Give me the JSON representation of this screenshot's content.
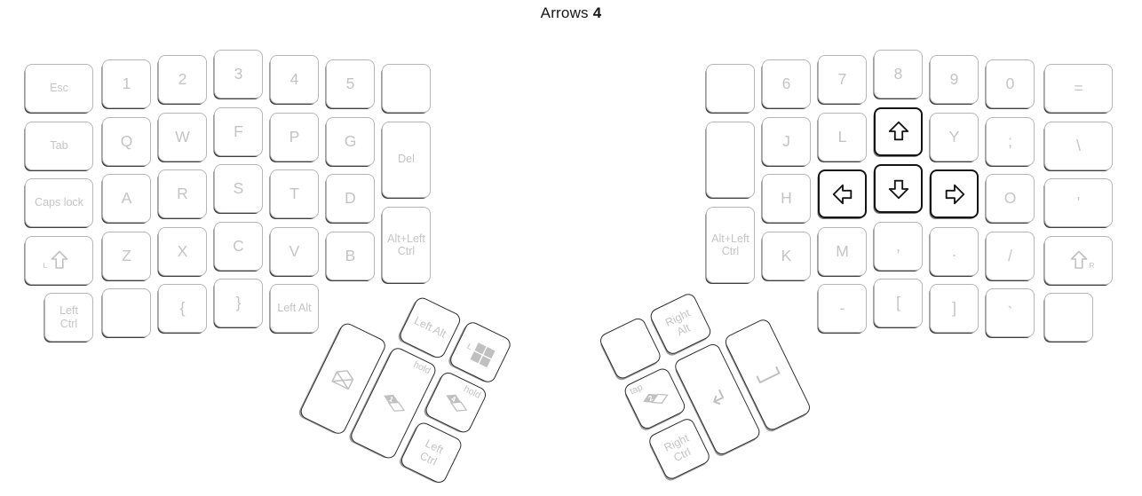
{
  "title": {
    "label": "Arrows",
    "layer": "4"
  },
  "colors": {
    "background": "#ffffff",
    "key_fill": "#ffffff",
    "key_border": "#b6b6b6",
    "key_shadow": "#3f3f3f",
    "cluster_border": "#2e2e2e",
    "arrow_border": "#141414",
    "label": "#c4c4c4",
    "icon": "#c0c0c0",
    "title": "#181818"
  },
  "left_half": {
    "main_keys": [
      {
        "name": "esc",
        "label": "Esc",
        "col": 0,
        "row": 0,
        "w": 1.5
      },
      {
        "name": "1",
        "label": "1",
        "col": 1,
        "row": 0
      },
      {
        "name": "2",
        "label": "2",
        "col": 2,
        "row": 0
      },
      {
        "name": "3",
        "label": "3",
        "col": 3,
        "row": 0
      },
      {
        "name": "4",
        "label": "4",
        "col": 4,
        "row": 0
      },
      {
        "name": "5",
        "label": "5",
        "col": 5,
        "row": 0
      },
      {
        "name": "blank-top",
        "col": 6,
        "row": 0
      },
      {
        "name": "tab",
        "label": "Tab",
        "col": 0,
        "row": 1,
        "w": 1.5
      },
      {
        "name": "q",
        "label": "Q",
        "col": 1,
        "row": 1
      },
      {
        "name": "w",
        "label": "W",
        "col": 2,
        "row": 1
      },
      {
        "name": "f",
        "label": "F",
        "col": 3,
        "row": 1
      },
      {
        "name": "p",
        "label": "P",
        "col": 4,
        "row": 1
      },
      {
        "name": "g",
        "label": "G",
        "col": 5,
        "row": 1
      },
      {
        "name": "del",
        "label": "Del",
        "col": 6,
        "row": 1,
        "h": 1.5
      },
      {
        "name": "caps-lock",
        "label": "Caps lock",
        "col": 0,
        "row": 2,
        "w": 1.5
      },
      {
        "name": "a",
        "label": "A",
        "col": 1,
        "row": 2
      },
      {
        "name": "r",
        "label": "R",
        "col": 2,
        "row": 2
      },
      {
        "name": "s",
        "label": "S",
        "col": 3,
        "row": 2
      },
      {
        "name": "t",
        "label": "T",
        "col": 4,
        "row": 2
      },
      {
        "name": "d",
        "label": "D",
        "col": 5,
        "row": 2
      },
      {
        "name": "left-shift",
        "icon": "shift",
        "sub": "L",
        "col": 0,
        "row": 3,
        "w": 1.5
      },
      {
        "name": "z",
        "label": "Z",
        "col": 1,
        "row": 3
      },
      {
        "name": "x",
        "label": "X",
        "col": 2,
        "row": 3
      },
      {
        "name": "c",
        "label": "C",
        "col": 3,
        "row": 3
      },
      {
        "name": "v",
        "label": "V",
        "col": 4,
        "row": 3
      },
      {
        "name": "b",
        "label": "B",
        "col": 5,
        "row": 3
      },
      {
        "name": "alt-left-ctrl",
        "label": "Alt+Left Ctrl",
        "col": 6,
        "row": 2.5,
        "h": 1.5
      },
      {
        "name": "left-ctrl",
        "label": "Left Ctrl",
        "col": 0,
        "row": 4,
        "align": "right"
      },
      {
        "name": "blank-bottom",
        "col": 1,
        "row": 4
      },
      {
        "name": "open-brace",
        "label": "{",
        "col": 2,
        "row": 4
      },
      {
        "name": "close-brace",
        "label": "}",
        "col": 3,
        "row": 4
      },
      {
        "name": "left-alt",
        "label": "Left Alt",
        "col": 4,
        "row": 4
      }
    ],
    "thumb_keys": [
      {
        "name": "thumb-left-alt",
        "label": "Left Alt",
        "col": 1,
        "row": 0
      },
      {
        "name": "thumb-left-win",
        "icon": "win",
        "prefix": "L",
        "col": 2,
        "row": 0
      },
      {
        "name": "thumb-envelope-x",
        "icon": "envelope-x",
        "col": 0,
        "row": 1,
        "h": 2
      },
      {
        "name": "thumb-layer-1",
        "icon": "layer",
        "num": "1",
        "tag": "hold",
        "tagSide": "right",
        "col": 1,
        "row": 1,
        "h": 2
      },
      {
        "name": "thumb-layer-4",
        "icon": "layer",
        "num": "4",
        "tag": "hold",
        "tagSide": "right",
        "col": 2,
        "row": 1
      },
      {
        "name": "thumb-left-ctrl",
        "label": "Left Ctrl",
        "col": 2,
        "row": 2
      }
    ]
  },
  "right_half": {
    "main_keys": [
      {
        "name": "blank-top",
        "col": 0,
        "row": 0
      },
      {
        "name": "6",
        "label": "6",
        "col": 1,
        "row": 0
      },
      {
        "name": "7",
        "label": "7",
        "col": 2,
        "row": 0
      },
      {
        "name": "8",
        "label": "8",
        "col": 3,
        "row": 0
      },
      {
        "name": "9",
        "label": "9",
        "col": 4,
        "row": 0
      },
      {
        "name": "0",
        "label": "0",
        "col": 5,
        "row": 0
      },
      {
        "name": "equals",
        "label": "=",
        "col": 6,
        "row": 0,
        "w": 1.5
      },
      {
        "name": "blank-tall",
        "col": 0,
        "row": 1,
        "h": 1.5
      },
      {
        "name": "j",
        "label": "J",
        "col": 1,
        "row": 1
      },
      {
        "name": "l",
        "label": "L",
        "col": 2,
        "row": 1
      },
      {
        "name": "arrow-up",
        "icon": "arrow-up",
        "style": "arrow",
        "col": 3,
        "row": 1
      },
      {
        "name": "y",
        "label": "Y",
        "col": 4,
        "row": 1
      },
      {
        "name": "semicolon",
        "label": ";",
        "col": 5,
        "row": 1
      },
      {
        "name": "backslash",
        "label": "\\",
        "col": 6,
        "row": 1,
        "w": 1.5
      },
      {
        "name": "alt-left-ctrl",
        "label": "Alt+Left Ctrl",
        "col": 0,
        "row": 2.5,
        "h": 1.5
      },
      {
        "name": "h",
        "label": "H",
        "col": 1,
        "row": 2
      },
      {
        "name": "arrow-left",
        "icon": "arrow-left",
        "style": "arrow",
        "col": 2,
        "row": 2
      },
      {
        "name": "arrow-down",
        "icon": "arrow-down",
        "style": "arrow",
        "col": 3,
        "row": 2
      },
      {
        "name": "arrow-right",
        "icon": "arrow-right",
        "style": "arrow",
        "col": 4,
        "row": 2
      },
      {
        "name": "o",
        "label": "O",
        "col": 5,
        "row": 2
      },
      {
        "name": "apostrophe",
        "label": "'",
        "col": 6,
        "row": 2,
        "w": 1.5
      },
      {
        "name": "k",
        "label": "K",
        "col": 1,
        "row": 3
      },
      {
        "name": "m",
        "label": "M",
        "col": 2,
        "row": 3
      },
      {
        "name": "comma",
        "label": ",",
        "col": 3,
        "row": 3
      },
      {
        "name": "period",
        "label": ".",
        "col": 4,
        "row": 3
      },
      {
        "name": "slash",
        "label": "/",
        "col": 5,
        "row": 3
      },
      {
        "name": "right-shift",
        "icon": "shift",
        "sub": "R",
        "col": 6,
        "row": 3,
        "w": 1.5
      },
      {
        "name": "minus",
        "label": "-",
        "col": 2,
        "row": 4
      },
      {
        "name": "open-bracket",
        "label": "[",
        "col": 3,
        "row": 4
      },
      {
        "name": "close-bracket",
        "label": "]",
        "col": 4,
        "row": 4
      },
      {
        "name": "backtick",
        "label": "`",
        "col": 5,
        "row": 4
      },
      {
        "name": "blank-bottom",
        "col": 6,
        "row": 4,
        "w": 1
      }
    ],
    "thumb_keys": [
      {
        "name": "thumb-blank",
        "col": 0,
        "row": 0
      },
      {
        "name": "thumb-right-alt",
        "label": "Right Alt",
        "col": 1,
        "row": 0
      },
      {
        "name": "thumb-layer-2",
        "icon": "layer",
        "num": "2",
        "tag": "tap",
        "tagSide": "left",
        "col": 0,
        "row": 1
      },
      {
        "name": "thumb-right-ctrl",
        "label": "Right Ctrl",
        "col": 0,
        "row": 2
      },
      {
        "name": "thumb-enter",
        "icon": "enter",
        "col": 1,
        "row": 1,
        "h": 2
      },
      {
        "name": "thumb-space",
        "icon": "space",
        "col": 2,
        "row": 1,
        "h": 2
      }
    ]
  }
}
